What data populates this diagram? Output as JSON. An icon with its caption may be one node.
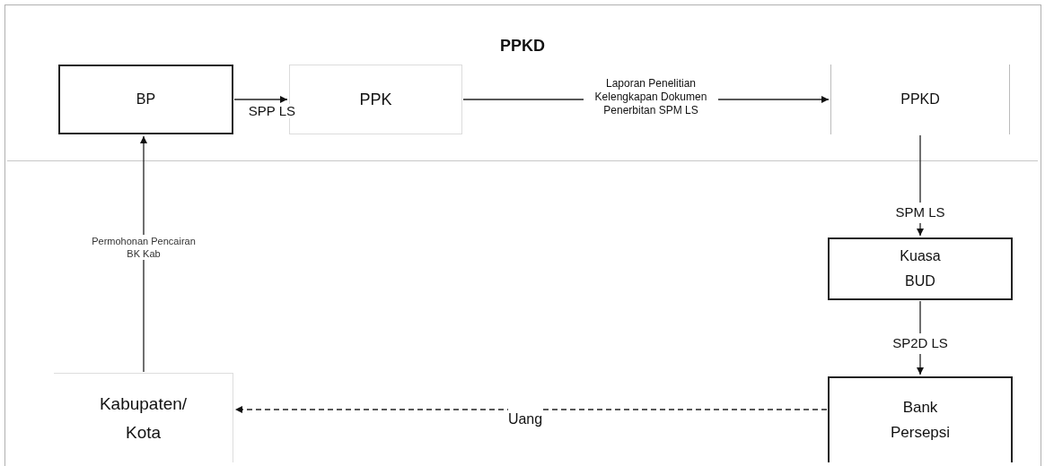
{
  "diagram": {
    "nodes": [
      {
        "text": [
          "PPKD"
        ]
      },
      {
        "text": [
          "BP"
        ],
        "in": 0
      },
      {
        "text": [
          "PPK"
        ],
        "in": 0
      },
      {
        "text": [
          "PPKD"
        ],
        "in": 0
      },
      {
        "text": [
          "Kuasa BUD"
        ]
      },
      {
        "text": [
          "Bank Persepsi"
        ]
      },
      {
        "text": [
          "Kabupaten/ Kota"
        ]
      }
    ],
    "edges": [
      {
        "from": 1,
        "to": 2,
        "arrow": "to",
        "label": "SPP LS"
      },
      {
        "from": 2,
        "to": 3,
        "arrow": "to",
        "label": "Laporan Penelitian Kelengkapan Dokumen Penerbitan SPM LS"
      },
      {
        "from": 3,
        "to": 4,
        "arrow": "to",
        "label": "SPM LS"
      },
      {
        "from": 4,
        "to": 5,
        "arrow": "to",
        "label": "SP2D LS"
      },
      {
        "from": 5,
        "to": 6,
        "arrow": "to",
        "label": "Uang",
        "style": "dashed"
      },
      {
        "from": 6,
        "to": 1,
        "arrow": "to",
        "label": "Permohonan Pencairan BK Kab"
      }
    ]
  }
}
